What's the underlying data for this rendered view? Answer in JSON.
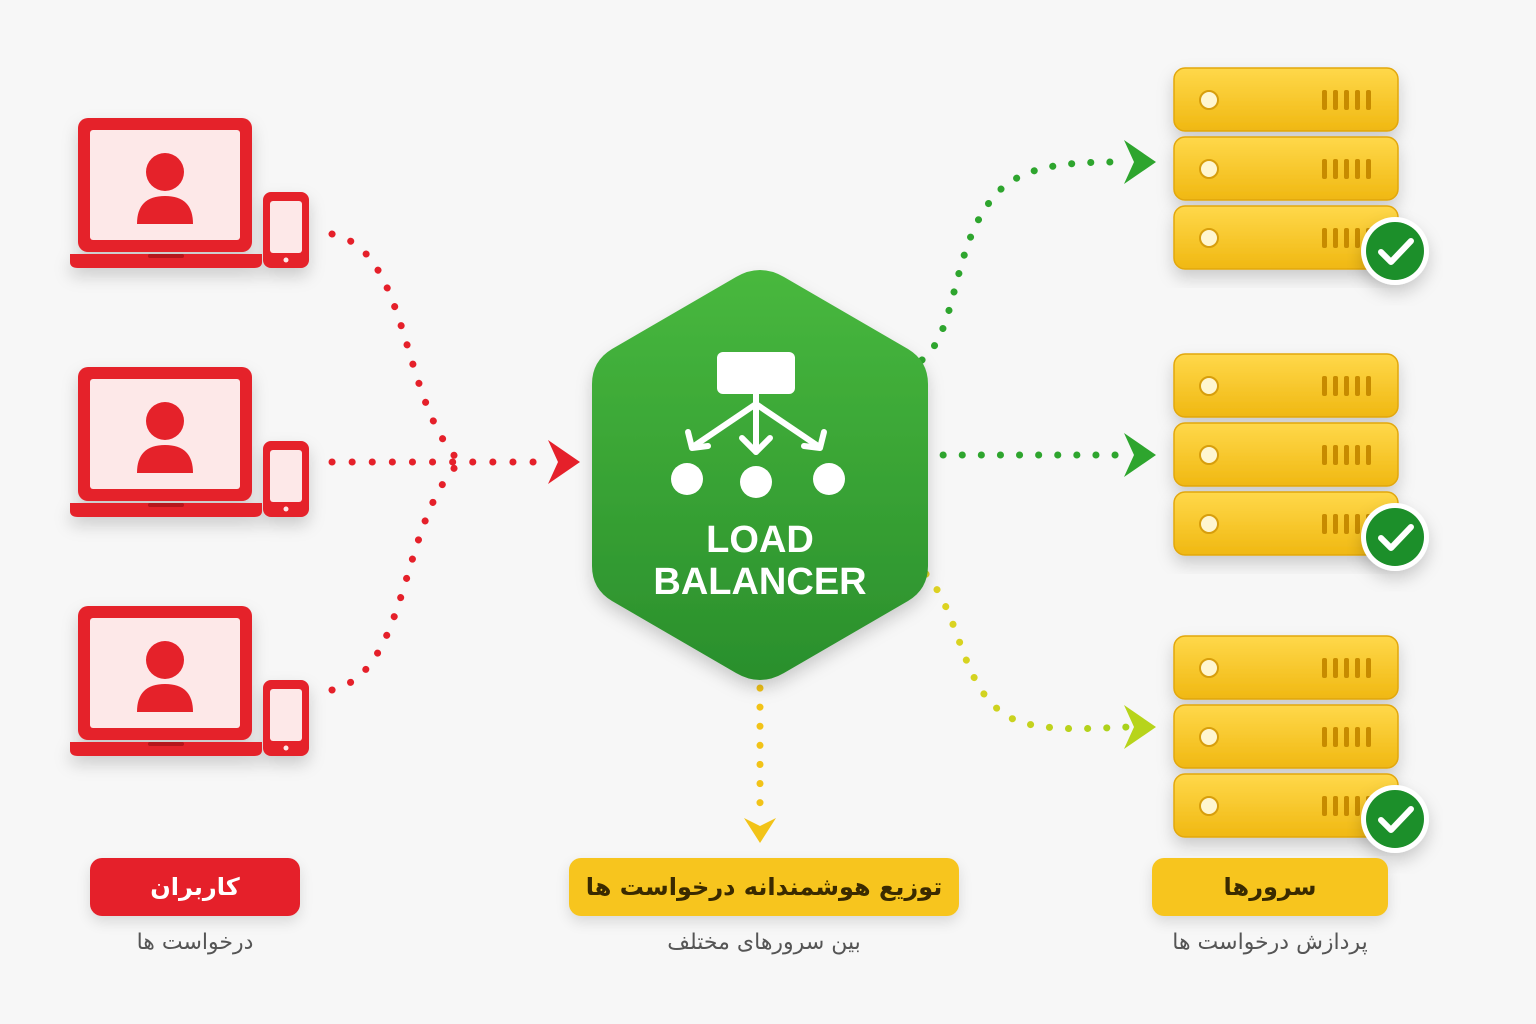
{
  "hub": {
    "line1": "LOAD",
    "line2": "BALANCER"
  },
  "clients": {
    "count": 3,
    "icon": "laptop-phone-user-icon",
    "tag": "کاربران",
    "subtitle": "درخواست ها"
  },
  "center_caption": {
    "tag": "توزیع هوشمندانه درخواست ها",
    "subtitle": "بین سرورهای مختلف"
  },
  "servers": {
    "count": 3,
    "icon": "server-stack-icon",
    "status_icon": "check-badge-icon",
    "tag": "سرورها",
    "subtitle": "پردازش درخواست ها"
  },
  "colors": {
    "client_red": "#e5202a",
    "hub_green": "#2f9e2f",
    "server_yellow": "#f7c51e",
    "arrow_green": "#2ea52e",
    "arrow_lime": "#c6d81c",
    "arrow_yellow": "#f2c318",
    "check_green": "#1f8f2a"
  }
}
